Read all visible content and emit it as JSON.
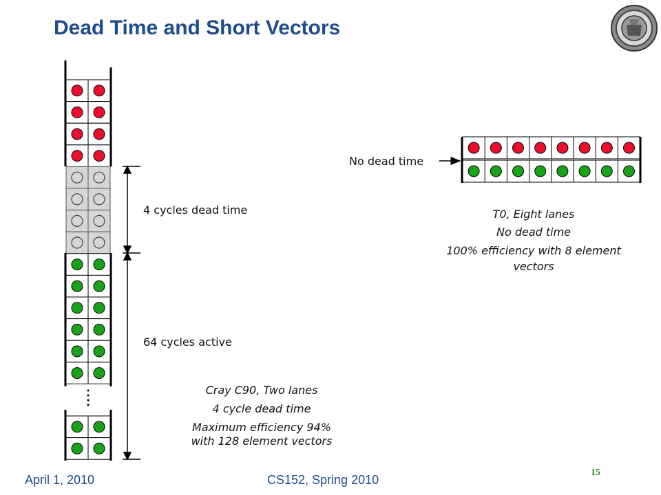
{
  "header": {
    "title": "Dead Time and Short Vectors"
  },
  "left_diagram": {
    "dead_time_label": "4 cycles dead time",
    "active_label": "64 cycles active",
    "caption": {
      "line1": "Cray C90, Two lanes",
      "line2": "4 cycle dead time",
      "line3a": "Maximum efficiency 94%",
      "line3b": "with 128 element vectors"
    }
  },
  "right_diagram": {
    "no_dead_label": "No dead time",
    "caption": {
      "line1": "T0, Eight lanes",
      "line2": "No dead time",
      "line3a": "100% efficiency with 8 element",
      "line3b": "vectors"
    }
  },
  "colors": {
    "red": "#e8102a",
    "green": "#1aa31a",
    "dead_bg": "#d6d6d6",
    "title": "#1e4b8c"
  },
  "footer": {
    "date": "April 1, 2010",
    "course": "CS152, Spring 2010",
    "page": "15"
  },
  "icons": {
    "seal": "university-seal-icon",
    "arrow": "arrow-icon"
  }
}
